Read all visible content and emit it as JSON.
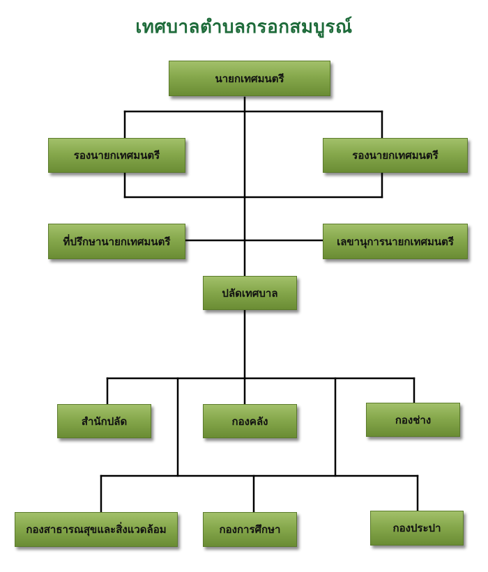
{
  "title": "เทศบาลตำบลกรอกสมบูรณ์",
  "nodes": {
    "mayor": "นายกเทศมนตรี",
    "deputy_left": "รองนายกเทศมนตรี",
    "deputy_right": "รองนายกเทศมนตรี",
    "advisor": "ที่ปรึกษานายกเทศมนตรี",
    "secretary": "เลขานุการนายกเทศมนตรี",
    "clerk": "ปลัดเทศบาล",
    "office_clerk": "สำนักปลัด",
    "finance": "กองคลัง",
    "engineering": "กองช่าง",
    "public_health": "กองสาธารณสุขและสิ่งแวดล้อม",
    "education": "กองการศึกษา",
    "waterworks": "กองประปา"
  }
}
